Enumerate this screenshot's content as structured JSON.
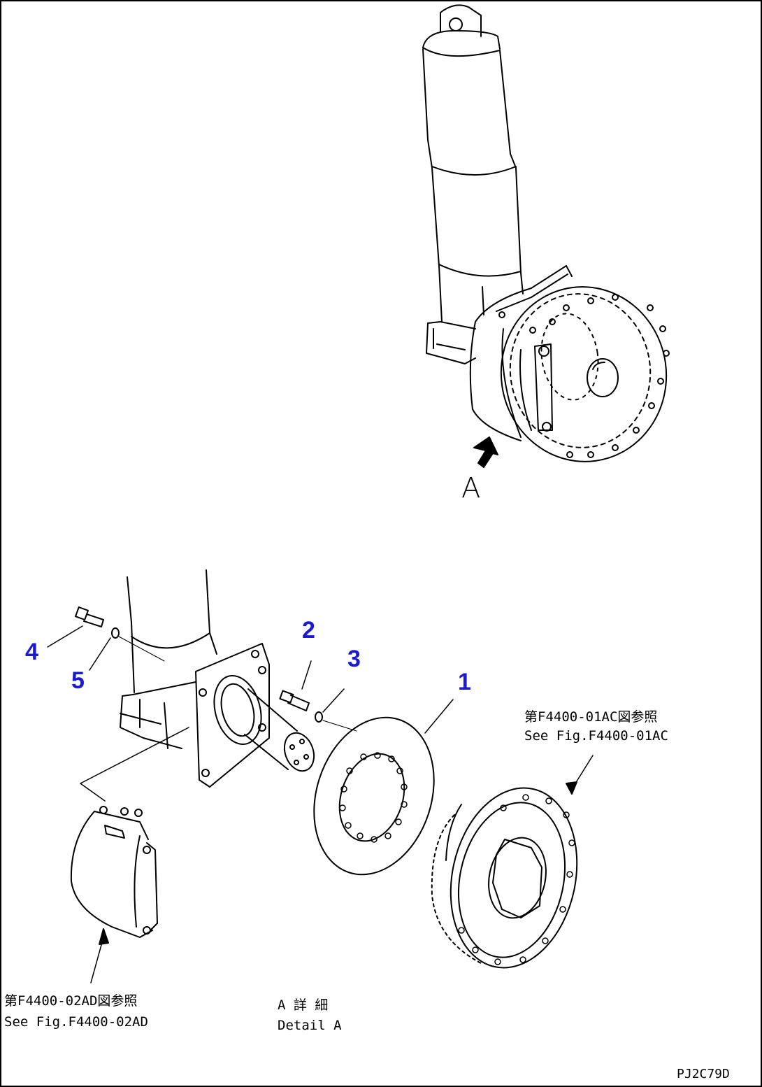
{
  "view_marker": "A",
  "callouts": [
    "1",
    "2",
    "3",
    "4",
    "5"
  ],
  "ref_right": {
    "jp": "第F4400-01AC図参照",
    "en": "See Fig.F4400-01AC"
  },
  "ref_left": {
    "jp": "第F4400-02AD図参照",
    "en": "See Fig.F4400-02AD"
  },
  "detail": {
    "jp": "A 詳 細",
    "en": "Detail A"
  },
  "drawing_code": "PJ2C79D"
}
